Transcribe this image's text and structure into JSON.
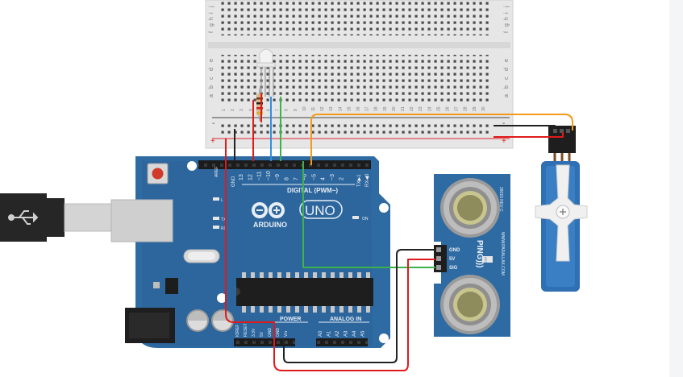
{
  "colors": {
    "canvas_bg": "#ffffff",
    "right_panel_bg": "#f4f5f6",
    "breadboard": "#e6e6e6",
    "board_blue": "#2f6ba3",
    "board_dark": "#2a5f93",
    "wire_red": "#e01a1a",
    "wire_black": "#222222",
    "wire_green": "#3cb34a",
    "wire_blue": "#2f8fe0",
    "wire_orange": "#f29a1a",
    "servo_blue": "#2f6fb3",
    "sensor_blue": "#2f6ba3",
    "transducer": "#c9c58f"
  },
  "breadboard": {
    "row_letters_top": [
      "j",
      "i",
      "h",
      "g",
      "f"
    ],
    "row_letters_bottom": [
      "e",
      "d",
      "c",
      "b",
      "a"
    ],
    "column_numbers": [
      "1",
      "2",
      "3",
      "4",
      "5",
      "6",
      "7",
      "8",
      "9",
      "10",
      "11",
      "12",
      "13",
      "14",
      "15",
      "16",
      "17",
      "18",
      "19",
      "20",
      "21",
      "22",
      "23",
      "24",
      "25",
      "26",
      "27",
      "28",
      "29",
      "30"
    ],
    "rail_minus": "-",
    "rail_plus": "+"
  },
  "arduino": {
    "digital_label": "DIGITAL (PWM~)",
    "uno_label": "UNO",
    "brand_label": "ARDUINO",
    "on_label": "ON",
    "l_label": "L",
    "tx_label": "TX",
    "rx_label": "RX",
    "aref_label": "AREF",
    "gnd_label": "GND",
    "tx_pin_label": "TX▶1",
    "rx_pin_label": "RX◀0",
    "digital_pins": [
      "13",
      "12",
      "~11",
      "~10",
      "~9",
      "8",
      "7",
      "~6",
      "~5",
      "4",
      "~3",
      "2"
    ],
    "power_label": "POWER",
    "analog_label": "ANALOG IN",
    "power_pins": [
      "IOREF",
      "RESET",
      "3.3V",
      "5V",
      "GND",
      "GND",
      "Vin"
    ],
    "analog_pins": [
      "A0",
      "A1",
      "A2",
      "A3",
      "A4",
      "A5"
    ]
  },
  "sensor": {
    "model": "PING)))",
    "pins": [
      "GND",
      "5V",
      "SIG"
    ],
    "rev": "28015 REV C",
    "site": "WWW.PARALLAX.COM",
    "act_label": "ACT"
  }
}
